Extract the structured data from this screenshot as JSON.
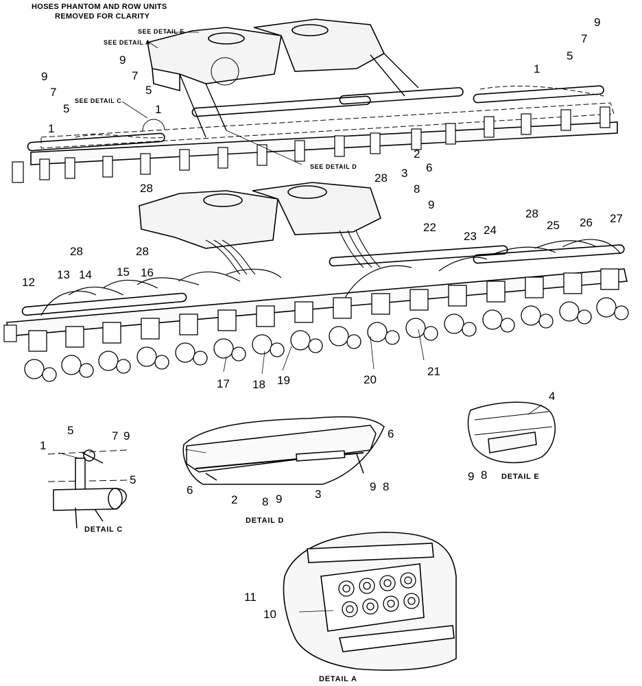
{
  "notes": {
    "title_line1": "HOSES PHANTOM AND ROW UNITS",
    "title_line2": "REMOVED FOR CLARITY",
    "see_detail_e": "SEE DETAIL E",
    "see_detail_a": "SEE DETAIL A",
    "see_detail_c": "SEE DETAIL C",
    "see_detail_d": "SEE DETAIL D"
  },
  "captions": {
    "detail_c": "DETAIL C",
    "detail_d": "DETAIL D",
    "detail_e": "DETAIL E",
    "detail_a": "DETAIL A"
  },
  "callouts": {
    "top": [
      "9",
      "7",
      "9",
      "7",
      "5",
      "1",
      "9",
      "7",
      "5",
      "1",
      "5",
      "1",
      "2",
      "3",
      "6",
      "8",
      "9"
    ],
    "bottom": [
      "28",
      "28",
      "28",
      "28",
      "28",
      "22",
      "23",
      "24",
      "25",
      "26",
      "27",
      "12",
      "13",
      "14",
      "15",
      "16",
      "17",
      "18",
      "19",
      "20",
      "21"
    ],
    "detail_c": [
      "5",
      "7",
      "9",
      "1",
      "5"
    ],
    "detail_d": [
      "6",
      "6",
      "2",
      "8",
      "9",
      "3",
      "9",
      "8"
    ],
    "detail_e": [
      "4",
      "9",
      "8"
    ],
    "detail_a": [
      "11",
      "10"
    ]
  }
}
